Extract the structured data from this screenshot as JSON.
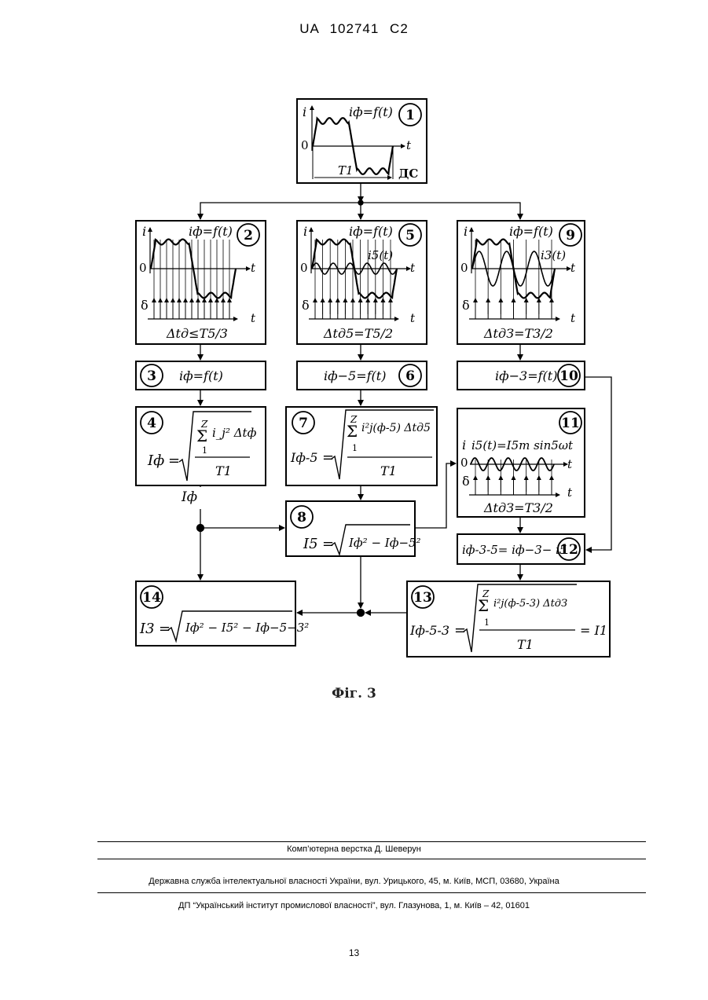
{
  "header": {
    "doc_number": "UA   102741   C2"
  },
  "figure": {
    "caption": "Фіг. 3",
    "blocks": {
      "b1": {
        "num": "1",
        "label": "iф=f(t)",
        "period": "T1",
        "ds": "ДС"
      },
      "b2": {
        "num": "2",
        "label": "iф=f(t)",
        "dt": "Δtд≤T5/3"
      },
      "b3": {
        "num": "3",
        "label": "iф=f(t)"
      },
      "b4": {
        "num": "4",
        "lhs": "Iф",
        "sum_top": "Z",
        "sum_bottom": "1",
        "numerator": "i_j² Δtф",
        "denominator": "T1"
      },
      "b5": {
        "num": "5",
        "label": "iф=f(t)",
        "label2": "i5(t)",
        "dt": "Δtд5=T5/2"
      },
      "b6": {
        "num": "6",
        "label": "iф−5=f(t)"
      },
      "b7": {
        "num": "7",
        "lhs": "Iф-5",
        "sum_top": "Z",
        "sum_bottom": "1",
        "numerator": "i²j(ф-5) Δtд5",
        "denominator": "T1"
      },
      "b8": {
        "num": "8",
        "lhs": "I5",
        "expr": "Iф² − Iф−5²"
      },
      "b9": {
        "num": "9",
        "label": "iф=f(t)",
        "label2": "i3(t)",
        "dt": "ΔtдЗ=T3/2"
      },
      "b10": {
        "num": "10",
        "label": "iф−3=f(t)"
      },
      "b11": {
        "num": "11",
        "label": "i5(t)=I5m sin5ωt",
        "dt": "ΔtдЗ=T3/2"
      },
      "b12": {
        "num": "12",
        "label": "iф-3-5= iф−3− i5"
      },
      "b13": {
        "num": "13",
        "lhs": "Iф-5-3",
        "sum_top": "Z",
        "sum_bottom": "1",
        "numerator": "i²j(ф-5-3) ΔtдЗ",
        "denominator": "T1",
        "rhs": "= I1"
      },
      "b14": {
        "num": "14",
        "lhs": "I3",
        "expr": "Iф² − I5² − Iф−5−3²"
      }
    },
    "side_label": "Iф",
    "axis_i": "i",
    "axis_t": "t",
    "axis_zero": "0",
    "axis_delta": "δ"
  },
  "footer": {
    "composer": "Комп’ютерна верстка Д. Шеверун",
    "agency": "Державна служба інтелектуальної власності України, вул. Урицького, 45, м. Київ, МСП, 03680, Україна",
    "institute": "ДП “Український інститут промислової власності”, вул. Глазунова, 1, м. Київ – 42, 01601",
    "page_number": "13"
  },
  "colors": {
    "ink": "#000000",
    "background": "#ffffff"
  }
}
